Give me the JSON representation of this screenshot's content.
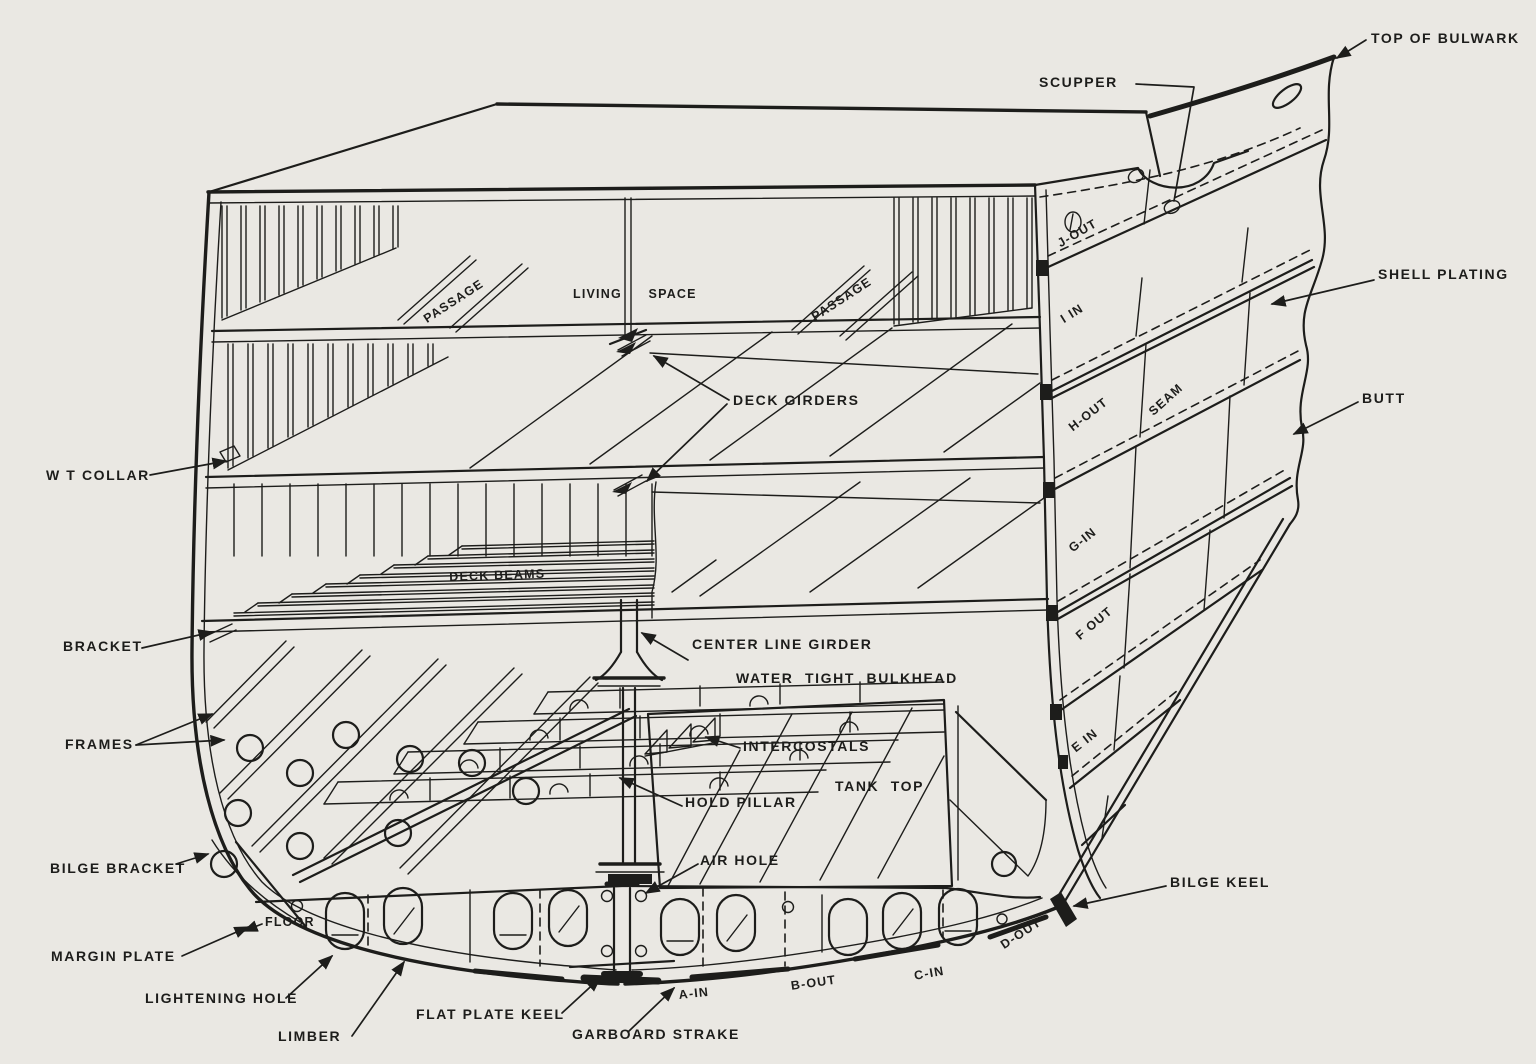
{
  "meta": {
    "type": "technical line diagram",
    "subject": "Ship hull structural cutaway - midship section with plating strakes"
  },
  "palette": {
    "paper": "#eae8e3",
    "ink": "#1d1d1b"
  },
  "labels": {
    "top_of_bulwark": "TOP OF BULWARK",
    "scupper": "SCUPPER",
    "shell_plating": "SHELL PLATING",
    "butt": "BUTT",
    "seam": "SEAM",
    "living_space": "LIVING SPACE",
    "passage_left": "PASSAGE",
    "passage_right": "PASSAGE",
    "deck_girders": "DECK GIRDERS",
    "wt_collar": "W T COLLAR",
    "deck_beams": "DECK BEAMS",
    "bracket": "BRACKET",
    "center_line_girder": "CENTER LINE GIRDER",
    "water_tight_bulkhead": "WATER TIGHT BULKHEAD",
    "frames": "FRAMES",
    "intercostals": "INTERCOSTALS",
    "tank_top": "TANK TOP",
    "hold_pillar": "HOLD PILLAR",
    "air_hole": "AIR HOLE",
    "bilge_bracket": "BILGE BRACKET",
    "bilge_keel": "BILGE KEEL",
    "floor": "FLOOR",
    "margin_plate": "MARGIN PLATE",
    "lightening_hole": "LIGHTENING HOLE",
    "limber": "LIMBER",
    "flat_plate_keel": "FLAT PLATE KEEL",
    "garboard_strake": "GARBOARD STRAKE"
  },
  "strakes": {
    "a": "A-IN",
    "b": "B-OUT",
    "c": "C-IN",
    "d": "D-OUT",
    "e": "E IN",
    "f": "F OUT",
    "g": "G-IN",
    "h": "H-OUT",
    "i": "I IN",
    "j": "J-OUT"
  }
}
